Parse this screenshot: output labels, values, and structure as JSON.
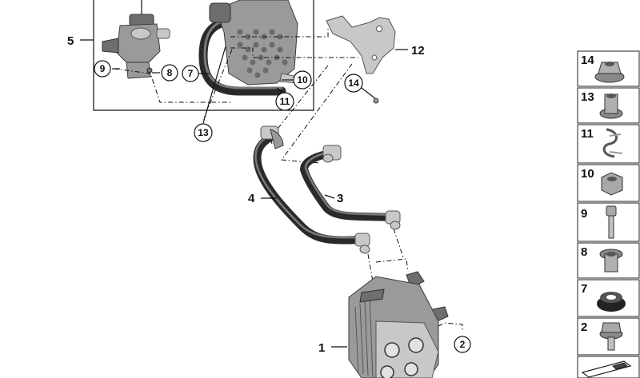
{
  "callouts": {
    "c1": "1",
    "c2": "2",
    "c3": "3",
    "c4": "4",
    "c5": "5",
    "c7": "7",
    "c8": "8",
    "c9": "9",
    "c10": "10",
    "c11": "11",
    "c12": "12",
    "c13": "13",
    "c14": "14"
  },
  "parts_column": [
    {
      "number": "14",
      "icon": "hex-flange-nut-icon"
    },
    {
      "number": "13",
      "icon": "collar-nut-icon"
    },
    {
      "number": "11",
      "icon": "hose-clip-icon"
    },
    {
      "number": "10",
      "icon": "hex-nut-icon"
    },
    {
      "number": "9",
      "icon": "hex-socket-bolt-icon"
    },
    {
      "number": "8",
      "icon": "bushing-sleeve-icon"
    },
    {
      "number": "7",
      "icon": "rubber-grommet-icon"
    },
    {
      "number": "2",
      "icon": "hex-bolt-icon"
    },
    {
      "number": "",
      "icon": "gasket-strip-icon"
    }
  ],
  "colors": {
    "line": "#111111",
    "part_gray": "#9a9a9a",
    "part_dark": "#2a2a2a",
    "background": "#ffffff"
  }
}
